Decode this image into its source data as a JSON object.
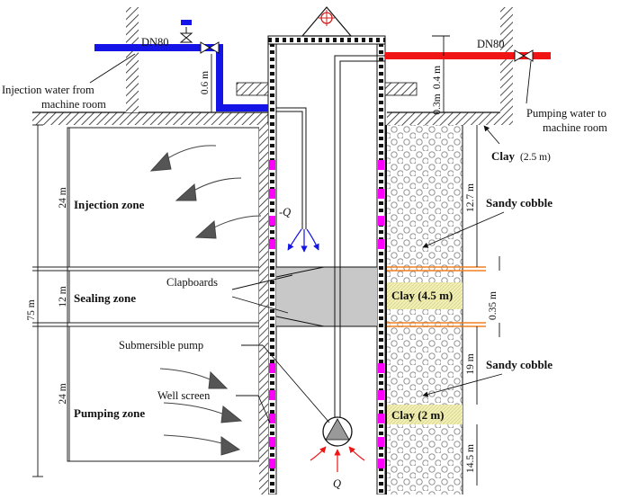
{
  "labels": {
    "dn80_left": "DN80",
    "dn80_right": "DN80",
    "injection_water_line1": "Injection water from",
    "injection_water_line2": "machine room",
    "pumping_water_line1": "Pumping water to",
    "pumping_water_line2": "machine room",
    "clay_top": "Clay",
    "clay_top_thickness": "(2.5 m)",
    "sandy_cobble_upper": "Sandy cobble",
    "sandy_cobble_lower": "Sandy cobble",
    "clay_middle": "Clay (4.5 m)",
    "clay_lower": "Clay (2 m)",
    "injection_zone": "Injection zone",
    "sealing_zone": "Sealing zone",
    "pumping_zone": "Pumping zone",
    "clapboards": "Clapboards",
    "submersible_pump": "Submersible pump",
    "well_screen": "Well screen",
    "flow_out": "-Q",
    "flow_in": "Q"
  },
  "dimensions": {
    "pipe_drop": "0.6 m",
    "right_pipe_height": "0.4 m",
    "right_offset": "0.3m",
    "total_depth": "75 m",
    "injection_zone_height": "24 m",
    "sealing_zone_height": "12 m",
    "pumping_zone_height": "24 m",
    "upper_cobble_depth": "12.7 m",
    "middle_gap": "0.35 m",
    "lower_cobble_depth": "19 m",
    "bottom_depth": "14.5 m"
  },
  "colors": {
    "injection_pipe": "#1414e6",
    "pumping_pipe": "#f01414",
    "screen_marks": "#ff00ff",
    "clay_fill": "#f2f0b8",
    "sealing_fill": "#c8c8c8",
    "arrow_fill": "#555555"
  }
}
